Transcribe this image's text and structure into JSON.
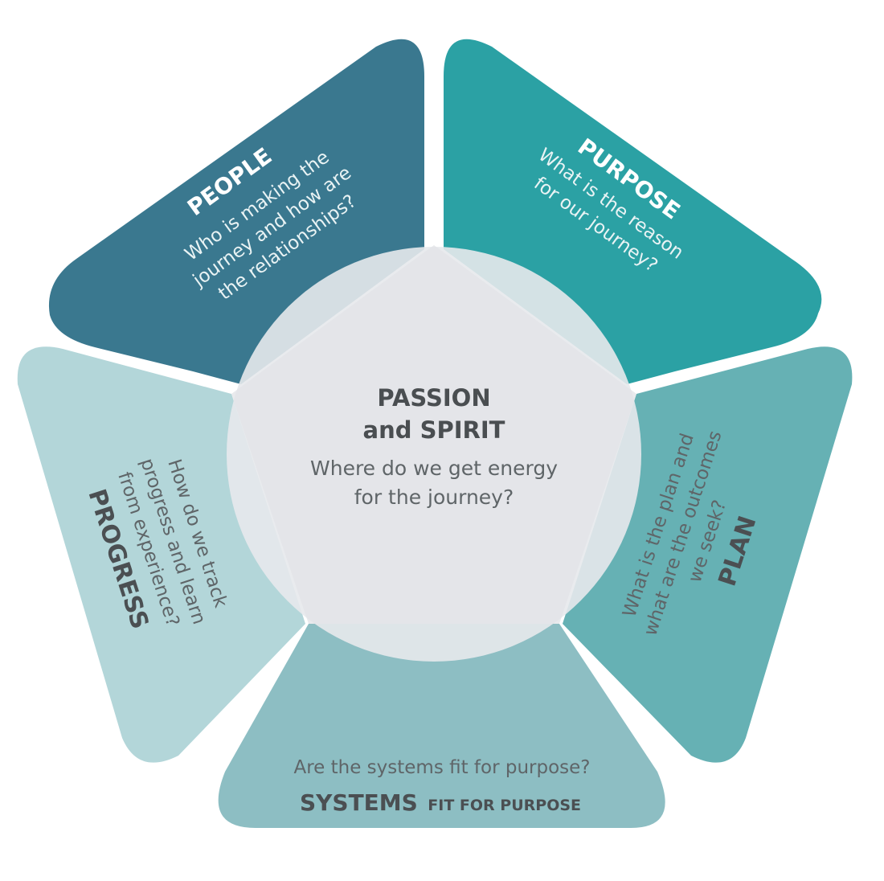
{
  "center": {
    "title_line1": "PASSION",
    "title_line2": "and SPIRIT",
    "question_line1": "Where do we get energy",
    "question_line2": "for the journey?"
  },
  "segments": {
    "people": {
      "title": "PEOPLE",
      "lines": [
        "Who is making the",
        "journey and how are",
        "the relationships?"
      ],
      "color": "#3a788f"
    },
    "purpose": {
      "title": "PURPOSE",
      "lines": [
        "What is the reason",
        "for our journey?"
      ],
      "color": "#2ba1a4"
    },
    "plan": {
      "title": "PLAN",
      "lines": [
        "What is the plan and",
        "what are the outcomes",
        "we seek?"
      ],
      "color": "#66b1b4"
    },
    "systems": {
      "title": "SYSTEMS",
      "title_suffix": "FIT FOR PURPOSE",
      "question": "Are the systems fit for purpose?",
      "color": "#8dbec3"
    },
    "progress": {
      "title": "PROGRESS",
      "lines": [
        "How do we track",
        "progress and learn",
        "from experience?"
      ],
      "color": "#b3d6d9"
    }
  },
  "colors": {
    "center_fill": "#e7e9ec",
    "dark_text": "#4a4e51",
    "light_text": "#ffffff"
  }
}
